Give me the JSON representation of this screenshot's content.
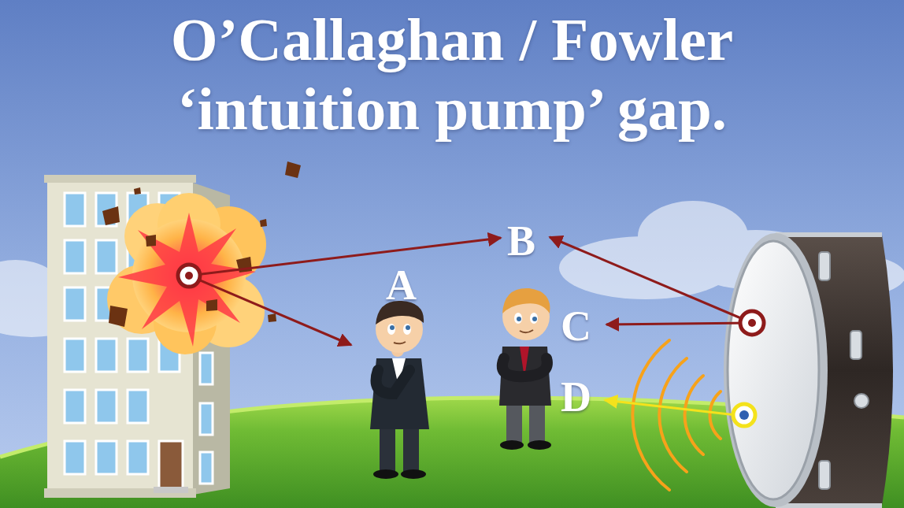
{
  "diagram": {
    "title": "O’Callaghan / Fowler ‘intuition pump’ gap.",
    "labels": [
      "A",
      "B",
      "C",
      "D"
    ]
  }
}
